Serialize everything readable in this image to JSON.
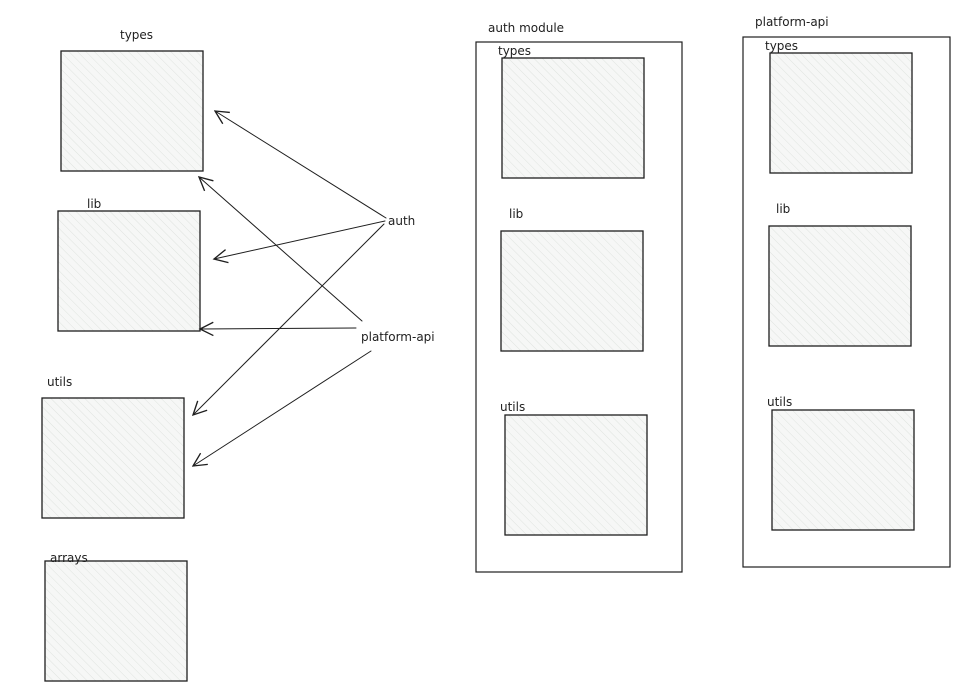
{
  "diagram": {
    "left": {
      "boxes": [
        {
          "id": "types",
          "label": "types"
        },
        {
          "id": "lib",
          "label": "lib"
        },
        {
          "id": "utils",
          "label": "utils"
        },
        {
          "id": "arrays",
          "label": "arrays"
        }
      ],
      "sources": [
        {
          "id": "auth",
          "label": "auth"
        },
        {
          "id": "platform_api",
          "label": "platform-api"
        }
      ],
      "edges": [
        {
          "from": "auth",
          "to": "types"
        },
        {
          "from": "auth",
          "to": "lib"
        },
        {
          "from": "auth",
          "to": "utils"
        },
        {
          "from": "platform_api",
          "to": "types"
        },
        {
          "from": "platform_api",
          "to": "lib"
        },
        {
          "from": "platform_api",
          "to": "utils"
        }
      ]
    },
    "auth_module": {
      "title": "auth module",
      "boxes": [
        {
          "label": "types"
        },
        {
          "label": "lib"
        },
        {
          "label": "utils"
        }
      ]
    },
    "platform_api": {
      "title": "platform-api",
      "boxes": [
        {
          "label": "types"
        },
        {
          "label": "lib"
        },
        {
          "label": "utils"
        }
      ]
    }
  }
}
